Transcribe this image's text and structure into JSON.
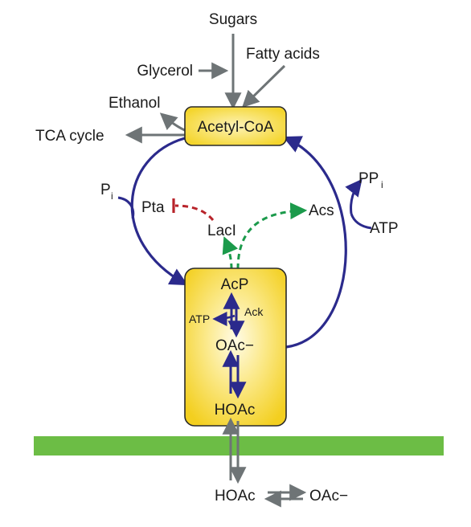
{
  "diagram": {
    "sugars": "Sugars",
    "glycerol": "Glycerol",
    "fatty_acids": "Fatty acids",
    "ethanol": "Ethanol",
    "tca_cycle": "TCA cycle",
    "acetyl_coa": "Acetyl-CoA",
    "pi_main": "P",
    "pi_sub": "i",
    "ppi_main": "PP",
    "ppi_sub": "i",
    "atp_right": "ATP",
    "pta": "Pta",
    "laci": "LacI",
    "acs": "Acs",
    "acp": "AcP",
    "ack": "Ack",
    "atp_inner": "ATP",
    "oac_inner": "OAc−",
    "hoac_inner": "HOAc",
    "hoac_outer": "HOAc",
    "oac_outer": "OAc−"
  },
  "colors": {
    "navy": "#2b2a8c",
    "gray": "#6e7476",
    "green_dashed": "#1b9a4b",
    "red_dashed": "#b8232a",
    "membrane": "#6cbd45",
    "box_fill": "#f6d93b",
    "box_stroke": "#2a2a2a"
  }
}
